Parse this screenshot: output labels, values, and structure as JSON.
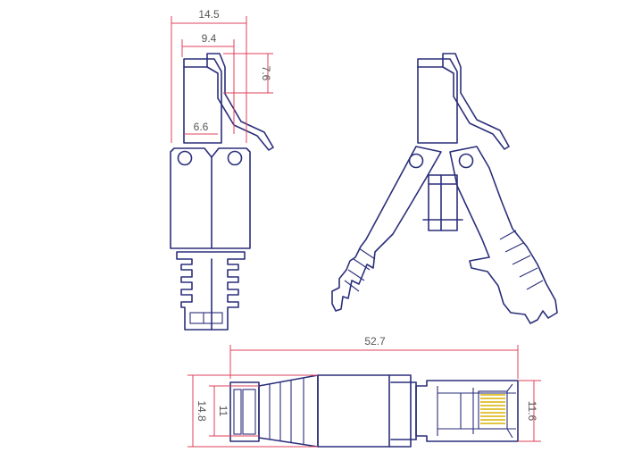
{
  "dimensions": {
    "overall_width": "14.5",
    "latch_offset": "9.4",
    "latch_height": "7.6",
    "plug_half_width": "6.6",
    "total_length": "52.7",
    "body_height": "14.8",
    "boot_height": "11",
    "plug_height": "11.6"
  },
  "colors": {
    "outline": "#2a2f7a",
    "dimension_line": "#e0405a",
    "contacts": "#d9b200"
  }
}
